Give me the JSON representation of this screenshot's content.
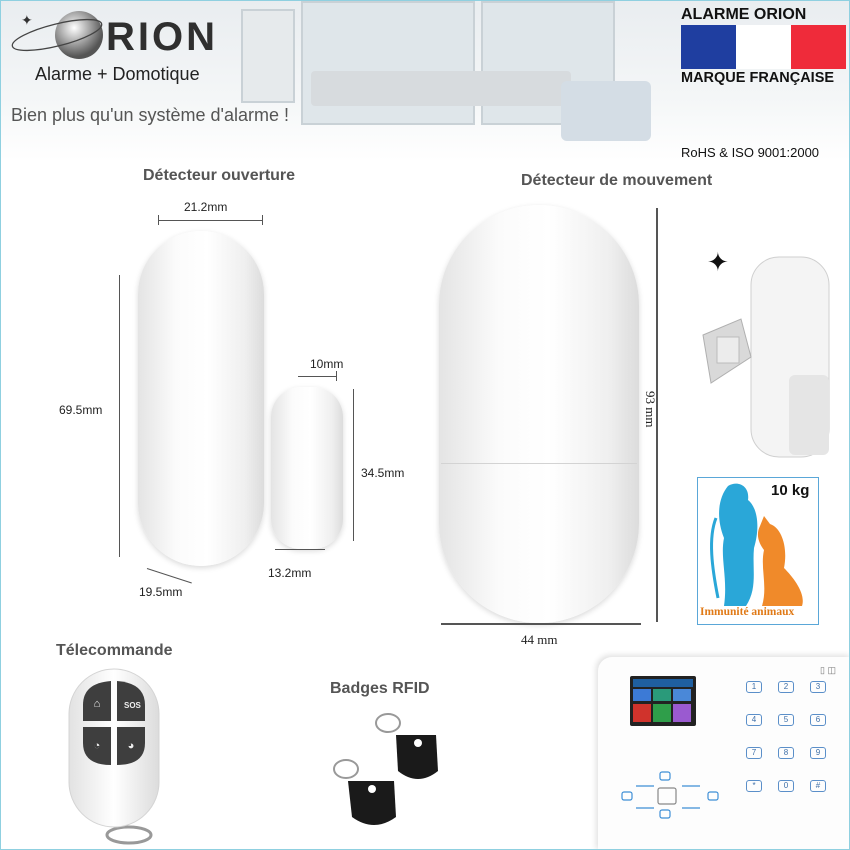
{
  "header": {
    "logo_text": "RION",
    "tagline": "Alarme + Domotique",
    "slogan": "Bien plus qu'un système d'alarme !",
    "badge_title": "ALARME ORION",
    "badge_subtitle": "MARQUE FRANÇAISE",
    "certification": "RoHS & ISO 9001:2000",
    "flag_colors": [
      "#1f3ea0",
      "#ffffff",
      "#ef2b3a"
    ]
  },
  "door_sensor": {
    "title": "Détecteur ouverture",
    "width_label": "21.2mm",
    "height_label": "69.5mm",
    "depth_label": "19.5mm",
    "magnet_width_label": "10mm",
    "magnet_height_label": "34.5mm",
    "magnet_depth_label": "13.2mm"
  },
  "motion_sensor": {
    "title": "Détecteur de mouvement",
    "height_label": "93 mm",
    "width_label": "44 mm",
    "pet_weight": "10 kg",
    "pet_label": "Immunité animaux"
  },
  "remote": {
    "title": "Télecommande",
    "sos_label": "SOS"
  },
  "rfid": {
    "title": "Badges RFID"
  },
  "panel": {
    "keys": [
      "1",
      "2",
      "3",
      "4",
      "5",
      "6",
      "7",
      "8",
      "9",
      "*",
      "0",
      "#"
    ]
  }
}
